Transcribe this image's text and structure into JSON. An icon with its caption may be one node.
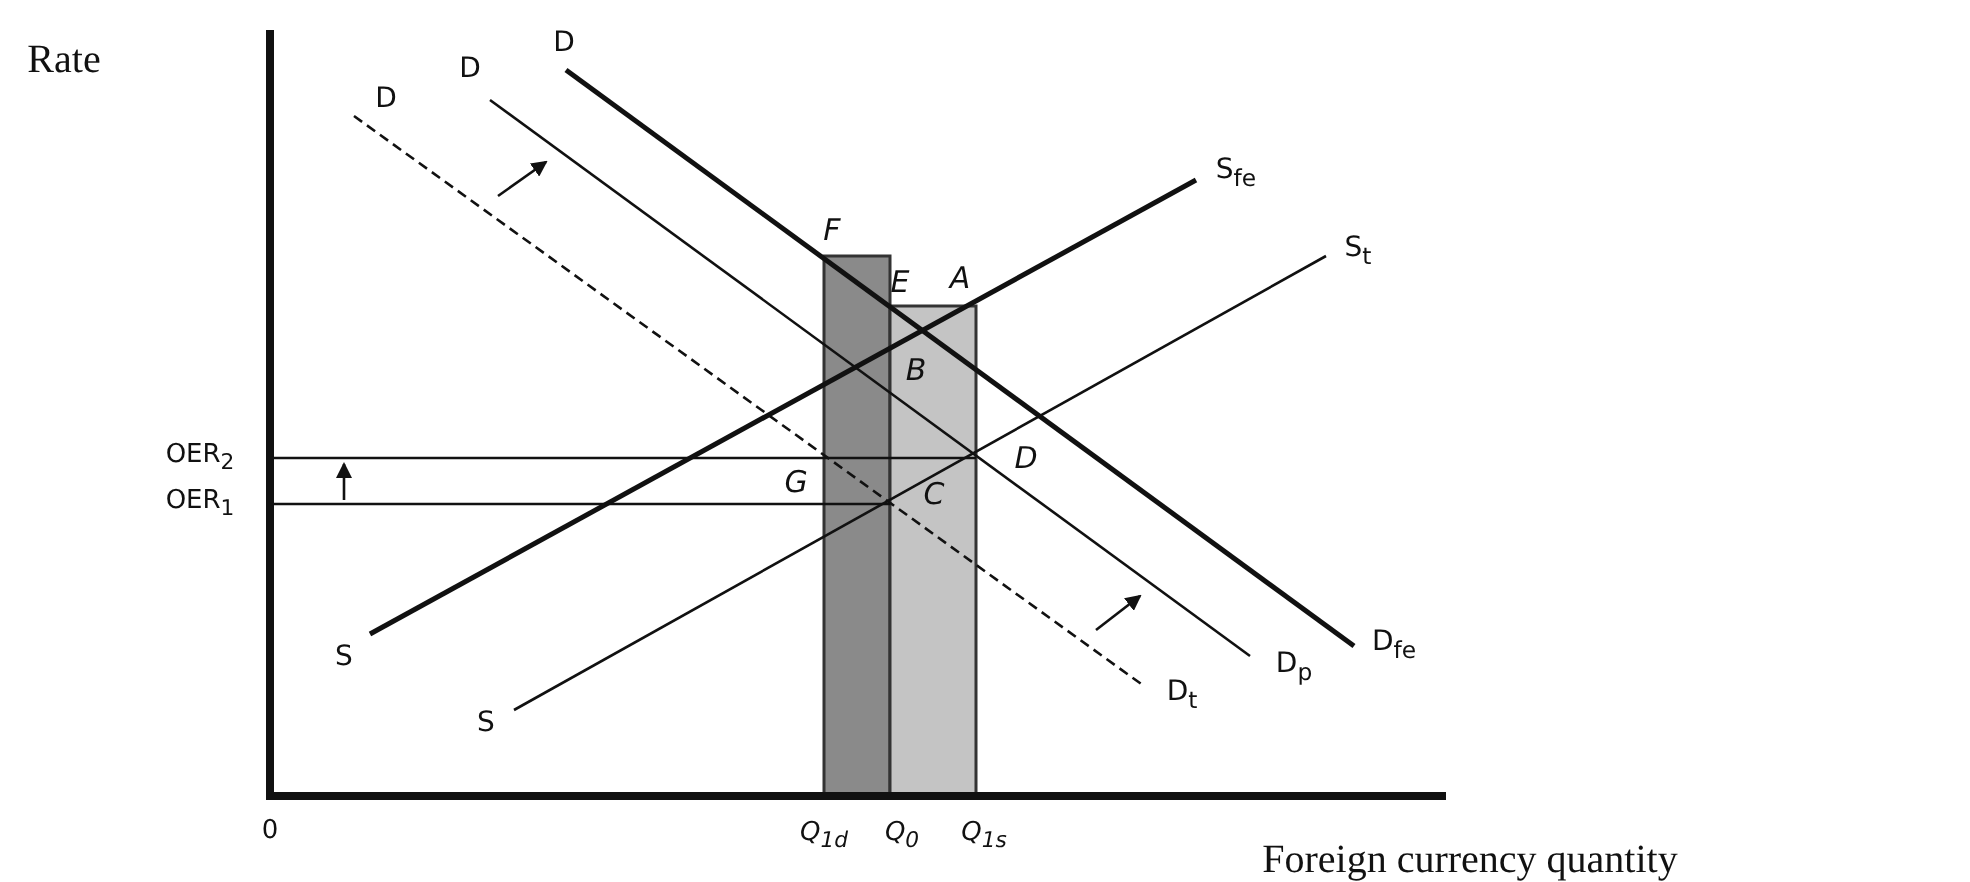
{
  "diagram": {
    "labels": [
      "Rate",
      "D",
      "D",
      "D",
      "S$_{fe}$",
      "F",
      "E",
      "A",
      "S$_{t}$",
      "B",
      "OER$_{2}$",
      "G",
      "D",
      "OER$_{1}$",
      "C",
      "S",
      "D$_{fe}$",
      "D$_{p}$",
      "S",
      "D$_{t}$",
      "0",
      "Q$_{1d}$",
      "Q$_{0}$",
      "Q$_{1s}$",
      "Foreign currency quantity"
    ]
  }
}
